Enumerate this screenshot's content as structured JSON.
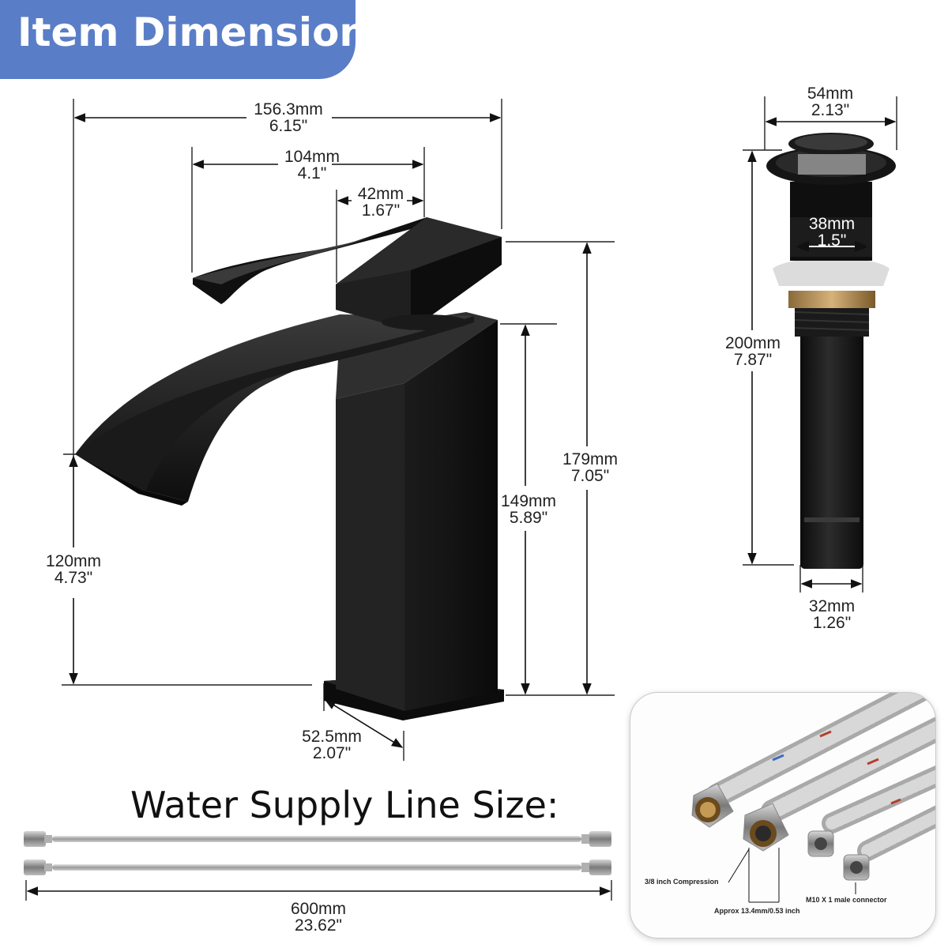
{
  "banner": {
    "title": "Item Dimensions"
  },
  "faucet": {
    "overall_width": {
      "mm": "156.3mm",
      "in": "6.15\""
    },
    "spout_reach": {
      "mm": "104mm",
      "in": "4.1\""
    },
    "handle_width": {
      "mm": "42mm",
      "in": "1.67\""
    },
    "overall_height": {
      "mm": "179mm",
      "in": "7.05\""
    },
    "body_height": {
      "mm": "149mm",
      "in": "5.89\""
    },
    "spout_height": {
      "mm": "120mm",
      "in": "4.73\""
    },
    "base_width": {
      "mm": "52.5mm",
      "in": "2.07\""
    }
  },
  "drain": {
    "flange_diameter": {
      "mm": "54mm",
      "in": "2.13\""
    },
    "stopper_diameter": {
      "mm": "38mm",
      "in": "1.5\""
    },
    "length": {
      "mm": "200mm",
      "in": "7.87\""
    },
    "tail_diameter": {
      "mm": "32mm",
      "in": "1.26\""
    }
  },
  "supply_lines": {
    "title": "Water Supply Line Size:",
    "length": {
      "mm": "600mm",
      "in": "23.62\""
    }
  },
  "connector_inset": {
    "compression_label": "3/8 inch Compression",
    "size_label": "Approx 13.4mm/0.53 inch",
    "male_label": "M10 X 1 male connector"
  }
}
